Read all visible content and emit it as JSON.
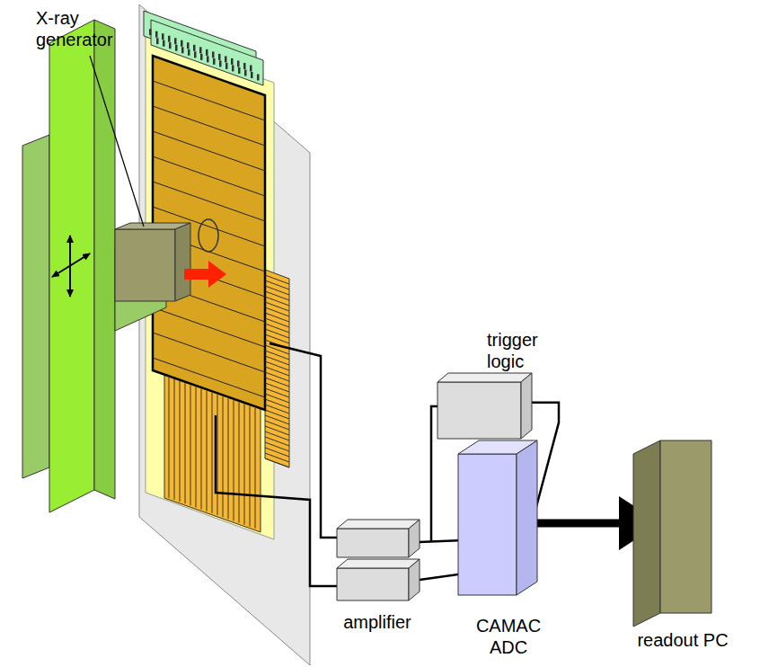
{
  "diagram": {
    "nodes": [
      {
        "text": [
          "trigger logic"
        ]
      },
      {
        "text": [
          "CAMAC ADC"
        ]
      },
      {
        "text": [
          "amplifier"
        ]
      },
      {
        "text": [
          "readout PC"
        ]
      }
    ],
    "edges": [
      {
        "from": 0,
        "to": 1,
        "arrow": "to"
      },
      {
        "from": 2,
        "to": 1,
        "arrow": "to"
      },
      {
        "from": 1,
        "to": 3,
        "arrow": "to"
      }
    ],
    "labels": [
      "X-ray generator"
    ]
  }
}
